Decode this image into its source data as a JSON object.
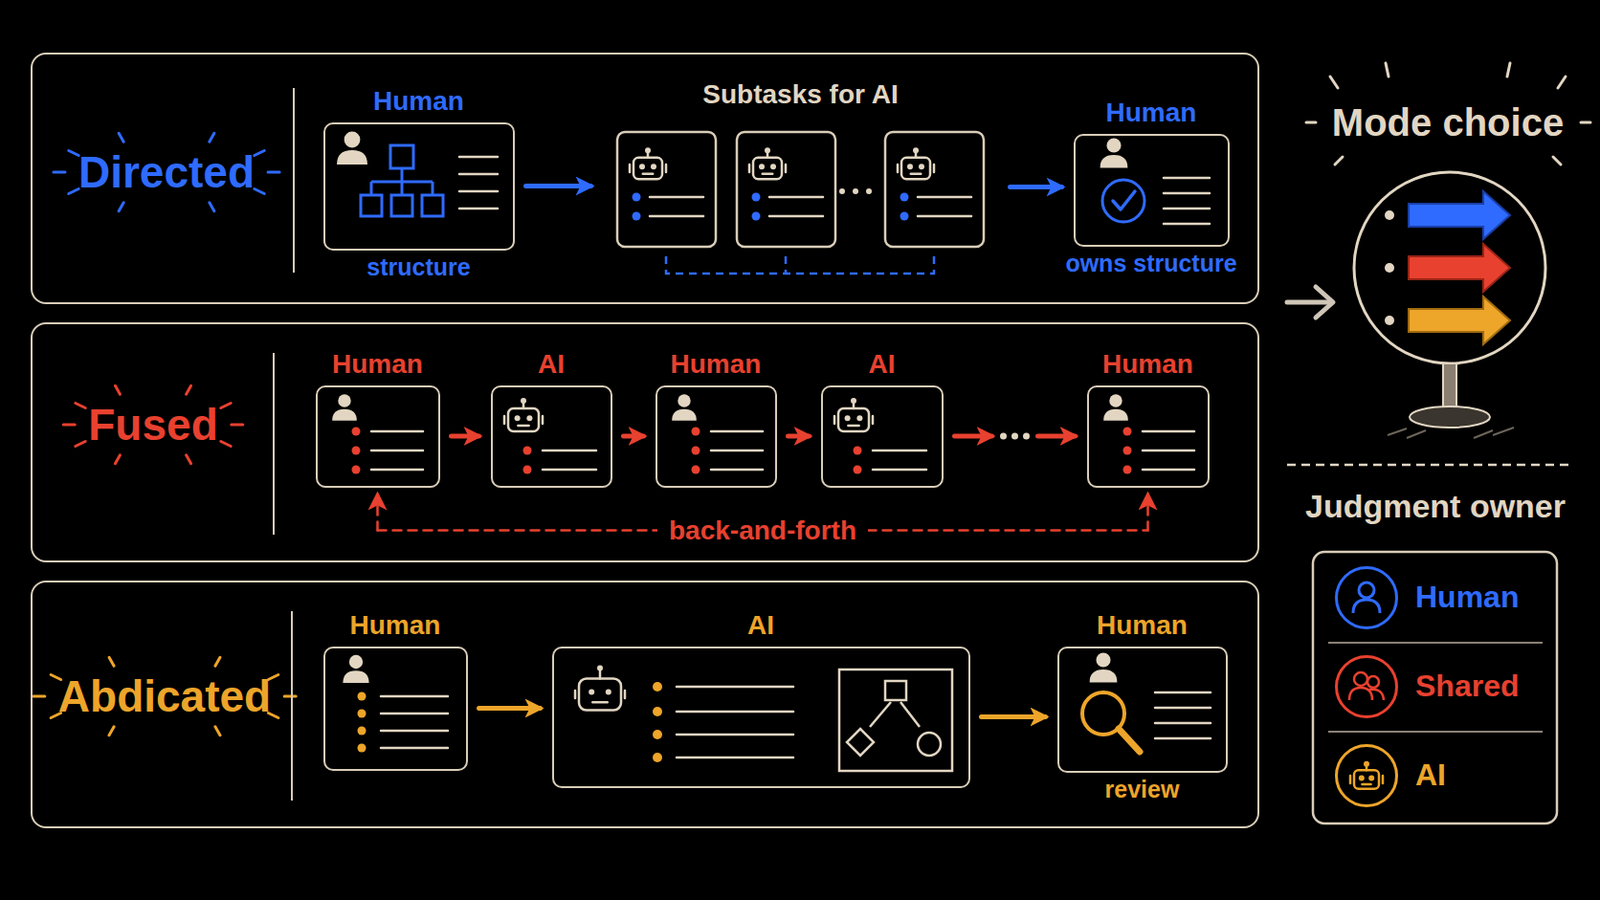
{
  "diagram": {
    "nodes": [
      {
        "text": [
          "Directed"
        ]
      },
      {
        "text": [
          "Human",
          "structure"
        ],
        "in": 0
      },
      {
        "text": [
          "Subtasks for AI"
        ],
        "in": 0
      },
      {
        "text": [
          "Human",
          "owns structure"
        ],
        "in": 0
      },
      {
        "text": [
          "Fused"
        ]
      },
      {
        "text": [
          "Human"
        ],
        "in": 4
      },
      {
        "text": [
          "AI"
        ],
        "in": 4
      },
      {
        "text": [
          "Human"
        ],
        "in": 4
      },
      {
        "text": [
          "AI"
        ],
        "in": 4
      },
      {
        "text": [
          "Human"
        ],
        "in": 4
      },
      {
        "text": [
          "Abdicated"
        ]
      },
      {
        "text": [
          "Human"
        ],
        "in": 10
      },
      {
        "text": [
          "AI"
        ],
        "in": 10
      },
      {
        "text": [
          "Human",
          "review"
        ],
        "in": 10
      }
    ],
    "edges": [
      {
        "from": 1,
        "to": 2,
        "arrow": "to"
      },
      {
        "from": 2,
        "to": 3,
        "arrow": "to"
      },
      {
        "from": 5,
        "to": 6,
        "arrow": "to"
      },
      {
        "from": 6,
        "to": 7,
        "arrow": "to"
      },
      {
        "from": 7,
        "to": 8,
        "arrow": "to"
      },
      {
        "from": 8,
        "to": 9,
        "arrow": "to"
      },
      {
        "from": 5,
        "to": 9,
        "label": "back-and-forth",
        "arrow": "both"
      },
      {
        "from": 11,
        "to": 12,
        "arrow": "to"
      },
      {
        "from": 12,
        "to": 13,
        "arrow": "to"
      }
    ],
    "labels": [
      "Mode choice",
      "Judgment owner"
    ],
    "legend": [
      {
        "text": "Human",
        "color": "#2f6bff"
      },
      {
        "text": "Shared",
        "color": "#e8412f"
      },
      {
        "text": "AI",
        "color": "#eda52a"
      }
    ]
  }
}
